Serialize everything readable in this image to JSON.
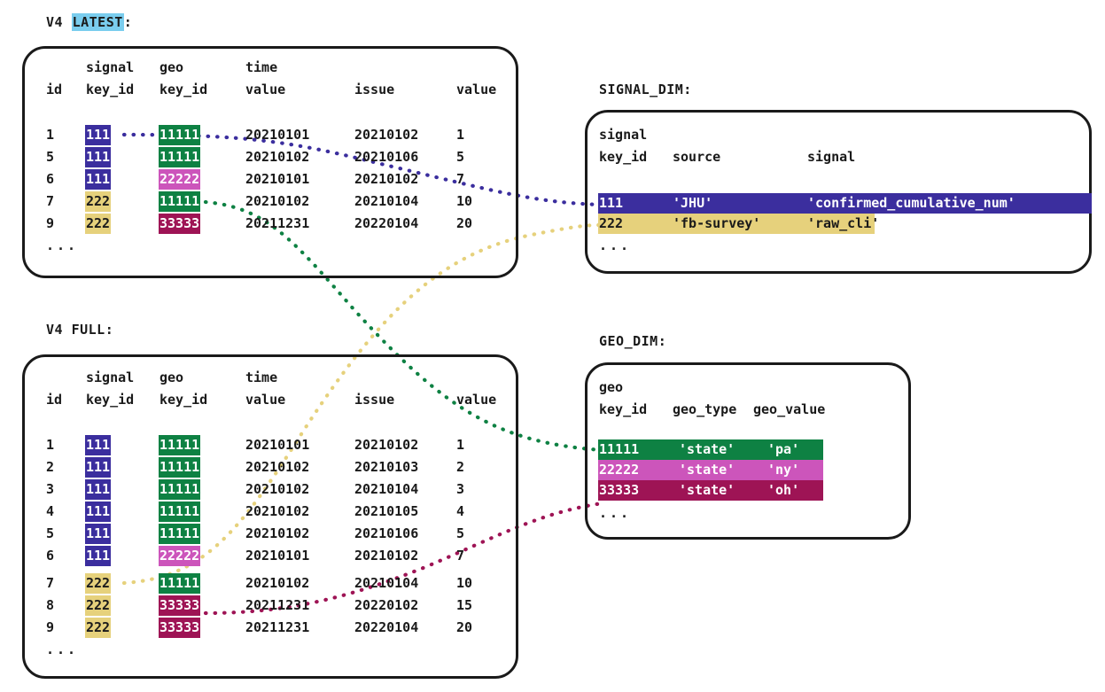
{
  "diagram": {
    "title_latest_prefix": "V4 ",
    "title_latest_highlight": "LATEST",
    "title_latest_suffix": ":",
    "title_full": "V4 FULL:",
    "title_signal_dim": "SIGNAL_DIM:",
    "title_geo_dim": "GEO_DIM:",
    "ellipsis": "..."
  },
  "colors": {
    "signal_111": "#3B2E9E",
    "signal_222": "#E6D17C",
    "geo_11111": "#0E8143",
    "geo_22222": "#CC55BB",
    "geo_33333": "#9E1455",
    "highlight_cyan": "#7ACDEE",
    "stroke": "#1a1a1a",
    "background": "#ffffff"
  },
  "latest_table": {
    "name": "V4 LATEST",
    "header_line1": [
      "",
      "signal",
      "geo",
      "time",
      "",
      ""
    ],
    "header_line2": [
      "id",
      "key_id",
      "key_id",
      "value",
      "issue",
      "value"
    ],
    "rows": [
      {
        "id": "1",
        "signal_key_id": "111",
        "geo_key_id": "11111",
        "time_value": "20210101",
        "issue": "20210102",
        "value": "1"
      },
      {
        "id": "5",
        "signal_key_id": "111",
        "geo_key_id": "11111",
        "time_value": "20210102",
        "issue": "20210106",
        "value": "5"
      },
      {
        "id": "6",
        "signal_key_id": "111",
        "geo_key_id": "22222",
        "time_value": "20210101",
        "issue": "20210102",
        "value": "7"
      },
      {
        "id": "7",
        "signal_key_id": "222",
        "geo_key_id": "11111",
        "time_value": "20210102",
        "issue": "20210104",
        "value": "10"
      },
      {
        "id": "9",
        "signal_key_id": "222",
        "geo_key_id": "33333",
        "time_value": "20211231",
        "issue": "20220104",
        "value": "20"
      }
    ]
  },
  "full_table": {
    "name": "V4 FULL",
    "header_line1": [
      "",
      "signal",
      "geo",
      "time",
      "",
      ""
    ],
    "header_line2": [
      "id",
      "key_id",
      "key_id",
      "value",
      "issue",
      "value"
    ],
    "rows": [
      {
        "id": "1",
        "signal_key_id": "111",
        "geo_key_id": "11111",
        "time_value": "20210101",
        "issue": "20210102",
        "value": "1"
      },
      {
        "id": "2",
        "signal_key_id": "111",
        "geo_key_id": "11111",
        "time_value": "20210102",
        "issue": "20210103",
        "value": "2"
      },
      {
        "id": "3",
        "signal_key_id": "111",
        "geo_key_id": "11111",
        "time_value": "20210102",
        "issue": "20210104",
        "value": "3"
      },
      {
        "id": "4",
        "signal_key_id": "111",
        "geo_key_id": "11111",
        "time_value": "20210102",
        "issue": "20210105",
        "value": "4"
      },
      {
        "id": "5",
        "signal_key_id": "111",
        "geo_key_id": "11111",
        "time_value": "20210102",
        "issue": "20210106",
        "value": "5"
      },
      {
        "id": "6",
        "signal_key_id": "111",
        "geo_key_id": "22222",
        "time_value": "20210101",
        "issue": "20210102",
        "value": "7"
      },
      {
        "id": "7",
        "signal_key_id": "222",
        "geo_key_id": "11111",
        "time_value": "20210102",
        "issue": "20210104",
        "value": "10"
      },
      {
        "id": "8",
        "signal_key_id": "222",
        "geo_key_id": "33333",
        "time_value": "20211231",
        "issue": "20220102",
        "value": "15"
      },
      {
        "id": "9",
        "signal_key_id": "222",
        "geo_key_id": "33333",
        "time_value": "20211231",
        "issue": "20220104",
        "value": "20"
      }
    ]
  },
  "signal_dim": {
    "name": "SIGNAL_DIM",
    "header_line1": [
      "signal",
      "",
      ""
    ],
    "header_line2": [
      "key_id",
      "source",
      "signal"
    ],
    "rows": [
      {
        "key_id": "111",
        "source": "'JHU'",
        "signal": "'confirmed_cumulative_num'"
      },
      {
        "key_id": "222",
        "source": "'fb-survey'",
        "signal": "'raw_cli'"
      }
    ]
  },
  "geo_dim": {
    "name": "GEO_DIM",
    "header_line1": [
      "geo",
      "",
      ""
    ],
    "header_line2": [
      "key_id",
      "geo_type",
      "geo_value"
    ],
    "rows": [
      {
        "key_id": "11111",
        "geo_type": "'state'",
        "geo_value": "'pa'"
      },
      {
        "key_id": "22222",
        "geo_type": "'state'",
        "geo_value": "'ny'"
      },
      {
        "key_id": "33333",
        "geo_type": "'state'",
        "geo_value": "'oh'"
      }
    ]
  },
  "connectors": [
    {
      "name": "latest-signal-111-to-signal-dim-111",
      "color": "#3B2E9E"
    },
    {
      "name": "latest-geo-11111-to-geo-dim-11111",
      "color": "#0E8143"
    },
    {
      "name": "full-signal-222-to-signal-dim-222",
      "color": "#E6D17C"
    },
    {
      "name": "full-geo-33333-to-geo-dim-33333",
      "color": "#9E1455"
    }
  ]
}
